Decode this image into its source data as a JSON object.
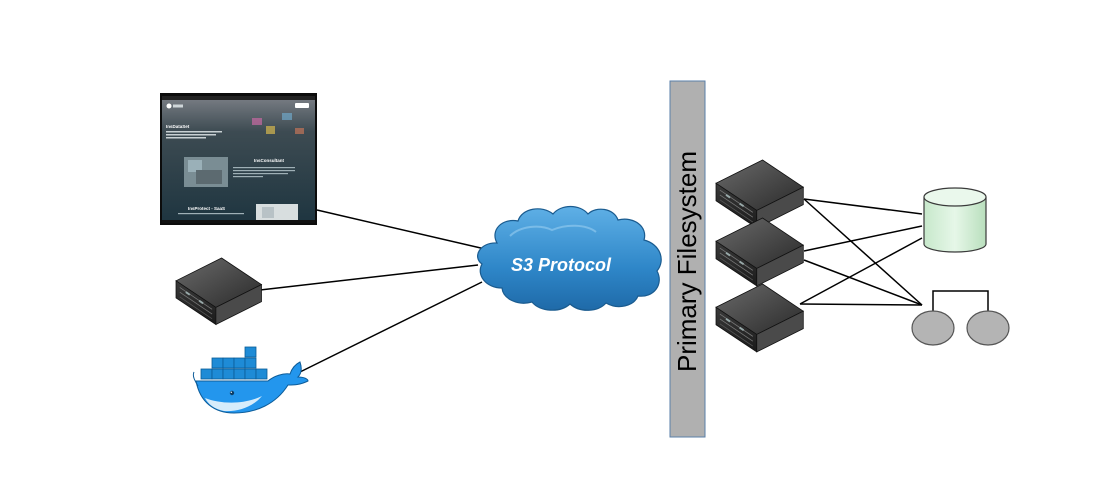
{
  "cloud": {
    "label": "S3 Protocol"
  },
  "filesystem": {
    "label": "Primary Filesystem"
  },
  "website": {
    "hero_title": "InsDataSet",
    "section1_title": "InsConsultant",
    "section2_title": "InsProtect - SaaS"
  },
  "icons": {
    "website": "website-screenshot-icon",
    "server": "server-icon",
    "docker": "docker-whale-icon",
    "cloud": "cloud-icon",
    "database": "database-cylinder-icon",
    "disks": "disk-pair-icon"
  },
  "colors": {
    "cloud_fill": "#2e86c8",
    "filesystem_bar": "#b0b0b0",
    "database_fill": "#d3efd6",
    "disk_fill": "#b4b4b4",
    "docker_blue": "#2396ed"
  }
}
